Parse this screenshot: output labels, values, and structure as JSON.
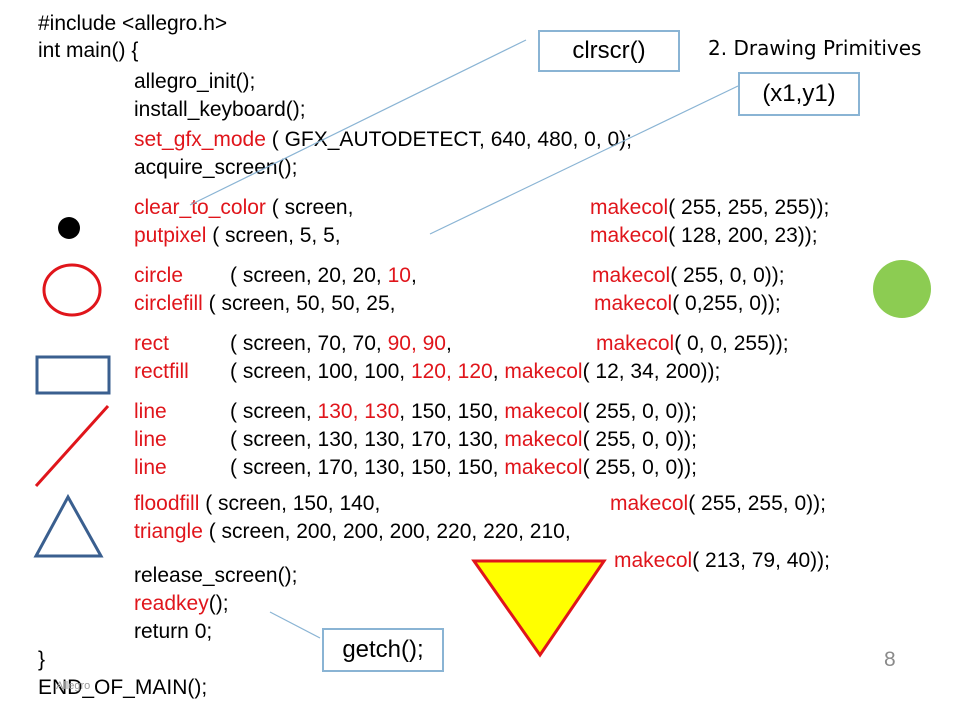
{
  "slide": {
    "title": "2. Drawing Primitives",
    "number": "8",
    "watermark": "Allegro"
  },
  "callouts": {
    "clrscr": "clrscr()",
    "point": "(x1,y1)",
    "getch": "getch();"
  },
  "code": {
    "include": "#include <allegro.h>",
    "main_open": "int main() {",
    "allegro_init": "allegro_init();",
    "install_keyboard": "install_keyboard();",
    "set_gfx_fn": "set_gfx_mode",
    "set_gfx_args": " ( GFX_AUTODETECT, 640, 480, 0, 0);",
    "acquire_screen": "acquire_screen();",
    "clear_fn": "clear_to_color",
    "clear_args": " ( screen,",
    "clear_color_fn": "makecol",
    "clear_color_args": "( 255, 255, 255));",
    "putpixel_fn": "putpixel",
    "putpixel_args": " ( screen, 5, 5,",
    "putpixel_color_fn": "makecol",
    "putpixel_color_args": "( 128, 200, 23));",
    "circle_fn": "circle",
    "circle_args": "( screen, 20, 20, ",
    "circle_r": "10",
    "circle_args_end": ",",
    "circle_color_fn": "makecol",
    "circle_color_args": "( 255, 0, 0));",
    "circlefill_fn": "circlefill",
    "circlefill_args": " ( screen, 50, 50, 25,",
    "circlefill_color_fn": "makecol",
    "circlefill_color_args": "( 0,255, 0));",
    "rect_fn": "rect",
    "rect_args": "( screen, 70, 70, ",
    "rect_xy2": "90, 90",
    "rect_args_end": ",",
    "rect_color_fn": "makecol",
    "rect_color_args": "( 0, 0, 255));",
    "rectfill_fn": "rectfill",
    "rectfill_args": "( screen, 100, 100, ",
    "rectfill_xy2": "120, 120",
    "rectfill_args_end": ", ",
    "rectfill_color_fn": "makecol",
    "rectfill_color_args": "( 12, 34, 200));",
    "line1_fn": "line",
    "line1_args_a": "( screen, ",
    "line1_xy1": "130, 130",
    "line1_args_b": ", 150, 150, ",
    "line1_color_fn": "makecol",
    "line1_color_args": "( 255, 0, 0));",
    "line2_fn": "line",
    "line2_args": "( screen, 130, 130, 170, 130, ",
    "line2_color_fn": "makecol",
    "line2_color_args": "( 255, 0, 0));",
    "line3_fn": "line",
    "line3_args": "( screen, 170, 130, 150, 150, ",
    "line3_color_fn": "makecol",
    "line3_color_args": "( 255, 0, 0));",
    "floodfill_fn": "floodfill",
    "floodfill_args": " ( screen, 150, 140,",
    "floodfill_color_fn": "makecol",
    "floodfill_color_args": "( 255, 255, 0));",
    "triangle_fn": "triangle",
    "triangle_args": " ( screen, 200, 200, 200, 220, 220, 210,",
    "triangle_color_fn": "makecol",
    "triangle_color_args": "( 213, 79, 40));",
    "release_screen": "release_screen();",
    "readkey_fn": "readkey",
    "readkey_args": "();",
    "return": "return 0;",
    "main_close": "}",
    "end_of_main": "END_OF_MAIN();"
  },
  "colors": {
    "keyword_red": "#e0151b",
    "callout_border": "#8ab4d4",
    "circle_red": "#e0151b",
    "fill_green": "#8ccc52",
    "rect_blue": "#3a5f8f",
    "triangle_yellow": "#ffff00"
  }
}
